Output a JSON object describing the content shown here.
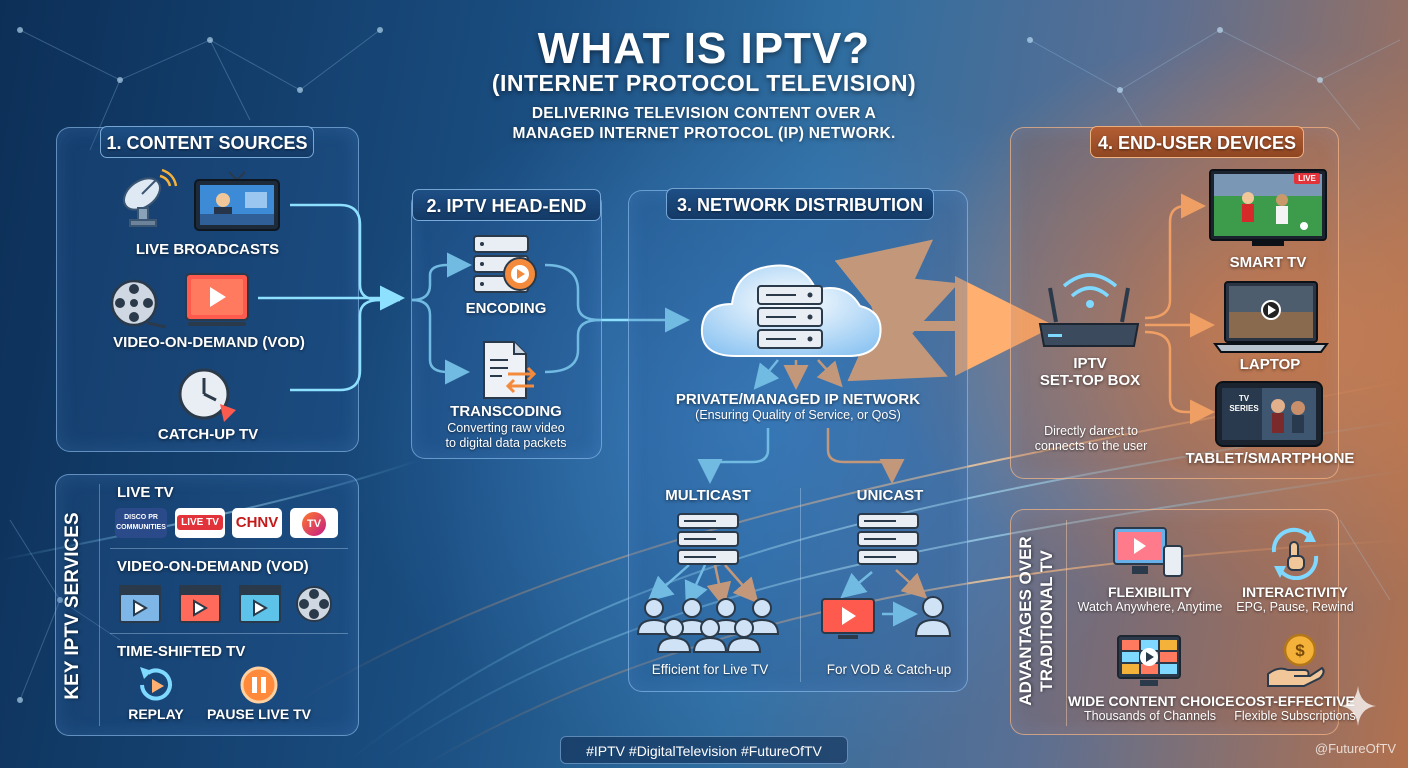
{
  "header": {
    "title": "WHAT IS IPTV?",
    "subtitle": "(INTERNET PROTOCOL TELEVISION)",
    "description_line1": "DELIVERING TELEVISION CONTENT OVER A",
    "description_line2": "MANAGED INTERNET PROTOCOL (IP) NETWORK."
  },
  "sources": {
    "title": "1. CONTENT SOURCES",
    "live_broadcasts": "LIVE BROADCASTS",
    "vod": "VIDEO-ON-DEMAND (VOD)",
    "catchup": "CATCH-UP TV"
  },
  "headend": {
    "title": "2. IPTV HEAD-END",
    "encoding": "ENCODING",
    "transcoding": "TRANSCODING",
    "transcoding_desc_line1": "Converting raw video",
    "transcoding_desc_line2": "to digital data packets"
  },
  "network": {
    "title": "3. NETWORK DISTRIBUTION",
    "private_network": "PRIVATE/MANAGED IP NETWORK",
    "qos": "(Ensuring Quality of Service, or QoS)",
    "multicast": "MULTICAST",
    "unicast": "UNICAST",
    "multicast_desc": "Efficient for Live TV",
    "unicast_desc": "For VOD & Catch-up"
  },
  "devices": {
    "title": "4. END-USER DEVICES",
    "stb_line1": "IPTV",
    "stb_line2": "SET-TOP BOX",
    "stb_desc_line1": "Directly darect to",
    "stb_desc_line2": "connects to the user",
    "smart_tv": "SMART TV",
    "laptop": "LAPTOP",
    "tablet": "TABLET/SMARTPHONE",
    "live_badge": "LIVE",
    "tv_series": "TV SERIES"
  },
  "services": {
    "vertical_title": "KEY IPTV SERVICES",
    "live_tv": "LIVE TV",
    "channels": [
      "DISCO PR COMMUNITIES",
      "LIVE TV",
      "CHNV",
      "TV"
    ],
    "vod": "VIDEO-ON-DEMAND (VOD)",
    "time_shifted": "TIME-SHIFTED TV",
    "replay": "REPLAY",
    "pause": "PAUSE LIVE TV"
  },
  "advantages": {
    "vertical_title_line1": "ADVANTAGES OVER",
    "vertical_title_line2": "TRADITIONAL TV",
    "flexibility": "FLEXIBILITY",
    "flexibility_desc": "Watch Anywhere, Anytime",
    "interactivity": "INTERACTIVITY",
    "interactivity_desc": "EPG, Pause, Rewind",
    "content_choice": "WIDE CONTENT CHOICE",
    "content_choice_desc": "Thousands of Channels",
    "cost": "COST-EFFECTIVE",
    "cost_desc": "Flexible Subscriptions"
  },
  "footer": {
    "hashtags": "#IPTV #DigitalTelevision #FutureOfTV",
    "handle": "@FutureOfTV"
  },
  "colors": {
    "blue_flow": "#7fd8ff",
    "orange_flow": "#ffb070",
    "panel_border": "#a0d2ff",
    "accent_red": "#e2333a"
  }
}
